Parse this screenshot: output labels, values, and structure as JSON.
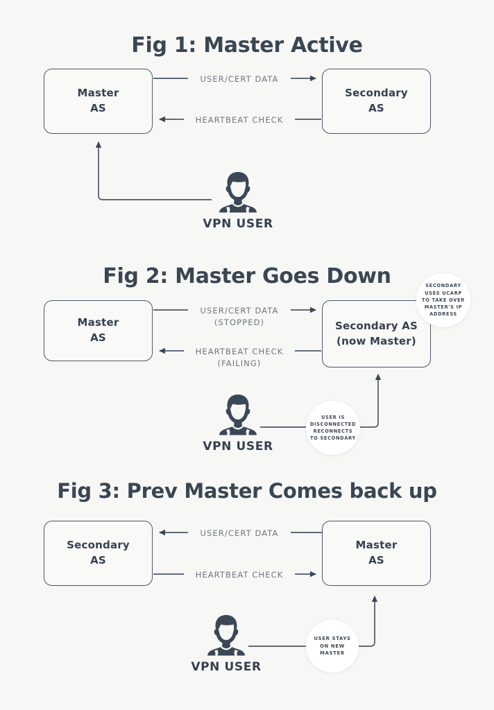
{
  "page": {
    "background_color": "#f7f7f6",
    "line_color": "#4a5668",
    "label_color": "#6f757e",
    "title_color": "#3b4653"
  },
  "figures": [
    {
      "title": "Fig 1: Master Active",
      "left_box": {
        "line1": "Master",
        "line2": "AS"
      },
      "right_box": {
        "line1": "Secondary",
        "line2": "AS"
      },
      "edges": [
        {
          "label": "USER/CERT DATA",
          "sublabel": ""
        },
        {
          "label": "HEARTBEAT CHECK",
          "sublabel": ""
        }
      ],
      "user": {
        "caption": "VPN USER",
        "icon": "user-avatar-icon"
      },
      "bubbles": []
    },
    {
      "title": "Fig 2: Master Goes Down",
      "left_box": {
        "line1": "Master",
        "line2": "AS"
      },
      "right_box": {
        "line1": "Secondary AS",
        "line2": "(now Master)"
      },
      "edges": [
        {
          "label": "USER/CERT DATA",
          "sublabel": "(STOPPED)"
        },
        {
          "label": "HEARTBEAT CHECK",
          "sublabel": "(FAILING)"
        }
      ],
      "user": {
        "caption": "VPN USER",
        "icon": "user-avatar-icon"
      },
      "bubbles": [
        {
          "lines": [
            "SECONDARY",
            "USES UCARP",
            "TO TAKE OVER",
            "MASTER'S IP",
            "ADDRESS"
          ]
        },
        {
          "lines": [
            "USER IS",
            "DISCONNECTED",
            "RECONNECTS",
            "TO SECONDARY"
          ]
        }
      ]
    },
    {
      "title": "Fig 3: Prev Master Comes back up",
      "left_box": {
        "line1": "Secondary",
        "line2": "AS"
      },
      "right_box": {
        "line1": "Master",
        "line2": "AS"
      },
      "edges": [
        {
          "label": "USER/CERT DATA",
          "sublabel": ""
        },
        {
          "label": "HEARTBEAT CHECK",
          "sublabel": ""
        }
      ],
      "user": {
        "caption": "VPN USER",
        "icon": "user-avatar-icon"
      },
      "bubbles": [
        {
          "lines": [
            "USER STAYS",
            "ON NEW",
            "MASTER"
          ]
        }
      ]
    }
  ]
}
